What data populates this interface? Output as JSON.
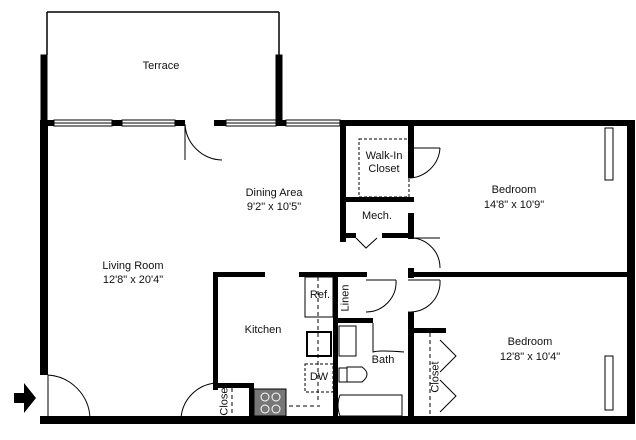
{
  "rooms": {
    "terrace": {
      "name": "Terrace"
    },
    "dining": {
      "name": "Dining Area",
      "size": "9'2\" x 10'5\""
    },
    "living": {
      "name": "Living Room",
      "size": "12'8\" x 20'4\""
    },
    "walkin": {
      "name1": "Walk-In",
      "name2": "Closet"
    },
    "mech": {
      "name": "Mech."
    },
    "bedroom1": {
      "name": "Bedroom",
      "size": "14'8\" x 10'9\""
    },
    "bedroom2": {
      "name": "Bedroom",
      "size": "12'8\" x 10'4\""
    },
    "kitchen": {
      "name": "Kitchen"
    },
    "ref": {
      "name": "Ref."
    },
    "linen": {
      "name": "Linen"
    },
    "bath": {
      "name": "Bath"
    },
    "dw": {
      "name": "DW"
    },
    "closet_entry": {
      "name": "Closet"
    },
    "closet_bed2": {
      "name": "Closet"
    }
  },
  "colors": {
    "wall": "#000000",
    "fixture": "#555555"
  }
}
